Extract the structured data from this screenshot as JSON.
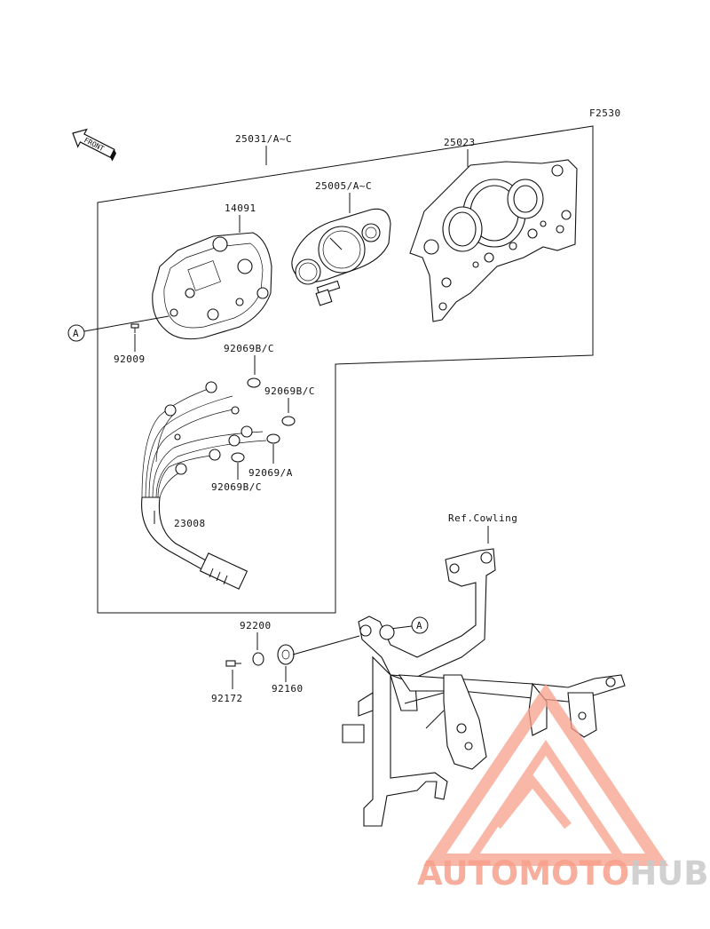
{
  "figure_code": "F2530",
  "front_label": "FRONT",
  "callout_ref": "A",
  "parts": {
    "meter_assy": "25031/A~C",
    "cover": "25023",
    "meter_unit": "25005/A~C",
    "case": "14091",
    "screw": "92009",
    "bulb_b_c_top": "92069B/C",
    "bulb_b_c_mid": "92069B/C",
    "bulb_a": "92069/A",
    "bulb_b_c_low": "92069B/C",
    "harness": "23008",
    "ref_cowling": "Ref.Cowling",
    "washer": "92200",
    "bolt": "92172",
    "damper": "92160"
  },
  "watermark": {
    "part1": "AUTOMOTO",
    "part2": "HUB",
    "color_primary": "#f7a08c",
    "color_secondary": "#c9c9c9"
  }
}
